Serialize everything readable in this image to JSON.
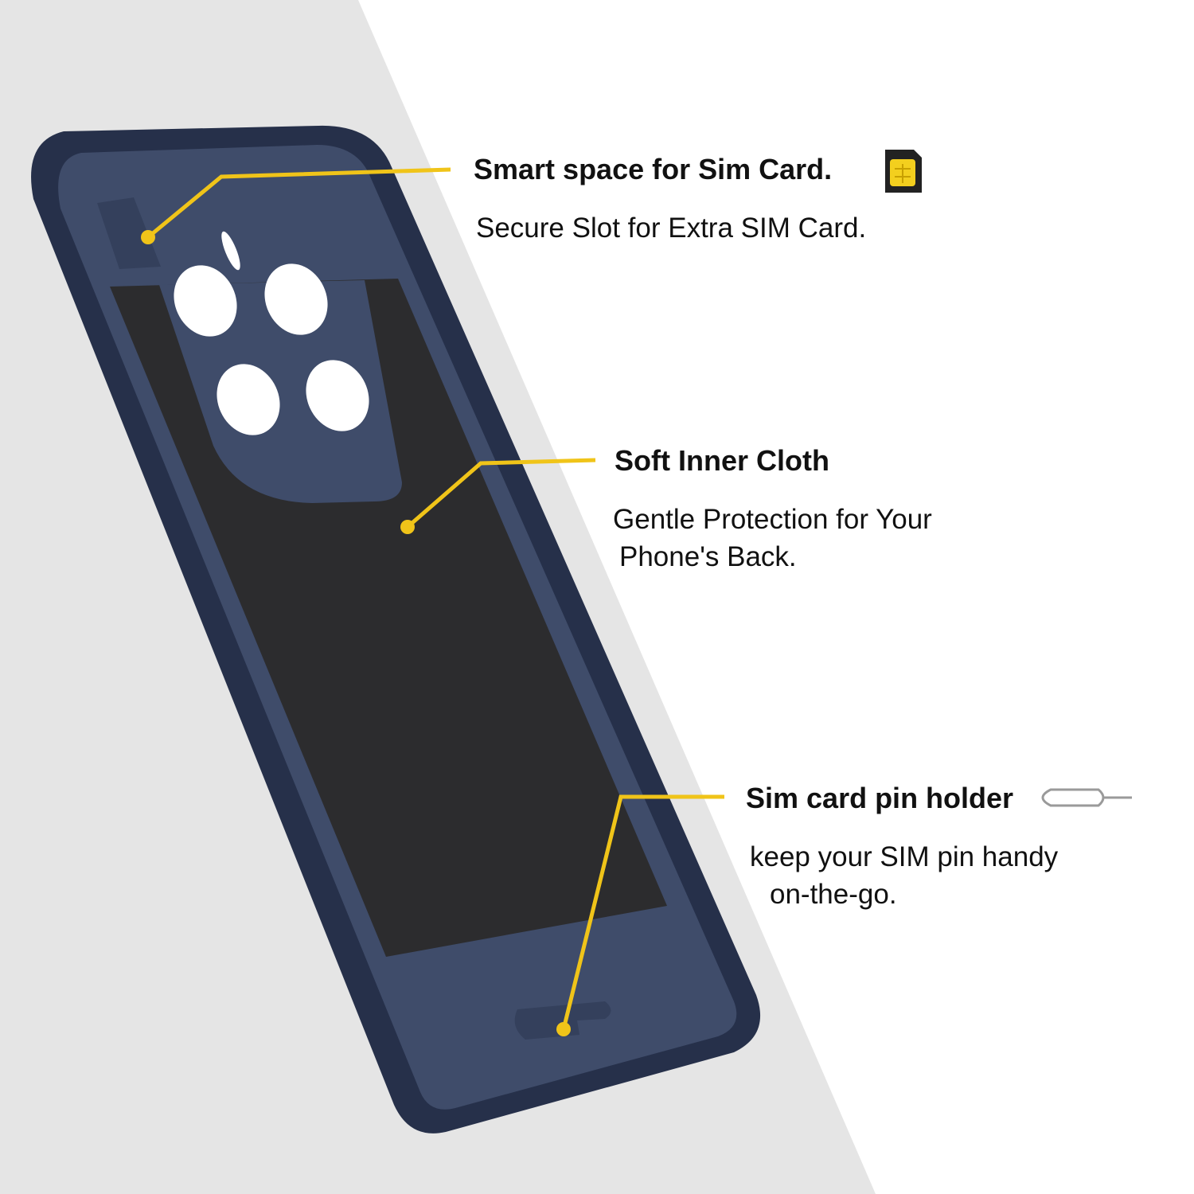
{
  "colors": {
    "accent": "#f0c419",
    "case": "#2a3550",
    "case_inner": "#3f4c6a",
    "cloth": "#2b2b2b",
    "bg_gray": "#e5e5e5"
  },
  "features": [
    {
      "title": "Smart space for Sim Card.",
      "lines": [
        "Secure Slot for Extra SIM Card."
      ],
      "icon": "sim-card-icon"
    },
    {
      "title": "Soft Inner Cloth",
      "lines": [
        "Gentle Protection for Your",
        "Phone's Back."
      ]
    },
    {
      "title": "Sim card pin holder",
      "lines": [
        "keep your SIM pin handy",
        "on-the-go."
      ],
      "icon": "sim-eject-pin-icon"
    }
  ]
}
